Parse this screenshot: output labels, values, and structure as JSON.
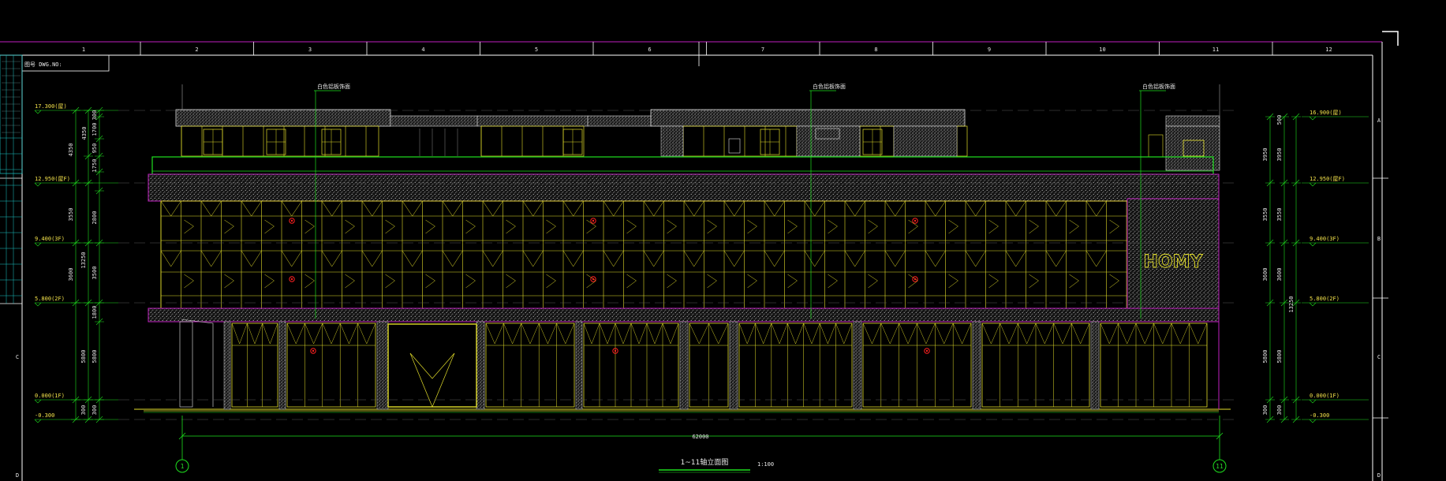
{
  "drawing": {
    "sheet_title": "图号 DWG.NO:",
    "column_numbers": [
      "1",
      "2",
      "3",
      "4",
      "5",
      "6",
      "7",
      "8",
      "9",
      "10",
      "11",
      "12"
    ],
    "row_letters": [
      "A",
      "B",
      "C",
      "D"
    ],
    "left_row_letters": [
      "C",
      "D"
    ],
    "elevation_title": "1~11轴立面图",
    "scale": "1:100",
    "overall_dimension": "62000",
    "axis_start": "1",
    "axis_end": "11",
    "logo_text": "HOMY",
    "top_notes": [
      "白色铝板饰面",
      "白色铝板饰面",
      "白色铝板饰面"
    ]
  },
  "levels_left": [
    {
      "label": "17.300(屋)"
    },
    {
      "label": "12.950(屋F)"
    },
    {
      "label": "9.400(3F)"
    },
    {
      "label": "5.800(2F)"
    },
    {
      "label": "0.000(1F)"
    },
    {
      "label": "-0.300"
    }
  ],
  "levels_right": [
    {
      "label": "16.900(屋)"
    },
    {
      "label": "12.950(屋F)"
    },
    {
      "label": "9.400(3F)"
    },
    {
      "label": "5.800(2F)"
    },
    {
      "label": "0.000(1F)"
    },
    {
      "label": "-0.300"
    }
  ],
  "dims_left_outer": [
    "4350",
    "3550",
    "3600",
    "13250",
    "5800",
    "300"
  ],
  "dims_left_inner": [
    "300",
    "1700",
    "950",
    "1750",
    "2800",
    "3500",
    "1800",
    "5800",
    "300"
  ],
  "dims_right_outer": [
    "3950",
    "3550",
    "3600",
    "13250",
    "5800",
    "300"
  ],
  "dims_right_inner": [
    "500",
    "3950",
    "3550",
    "3600",
    "5800",
    "300"
  ],
  "colors": {
    "background": "#000000",
    "frame": "#ffffff",
    "border_magenta": "#c020c0",
    "facade_yellow": "#e3de2a",
    "green": "#1ee01e",
    "hatch": "#b0b0b0",
    "marker_red": "#ff2020",
    "cyan": "#1cc6c6"
  }
}
